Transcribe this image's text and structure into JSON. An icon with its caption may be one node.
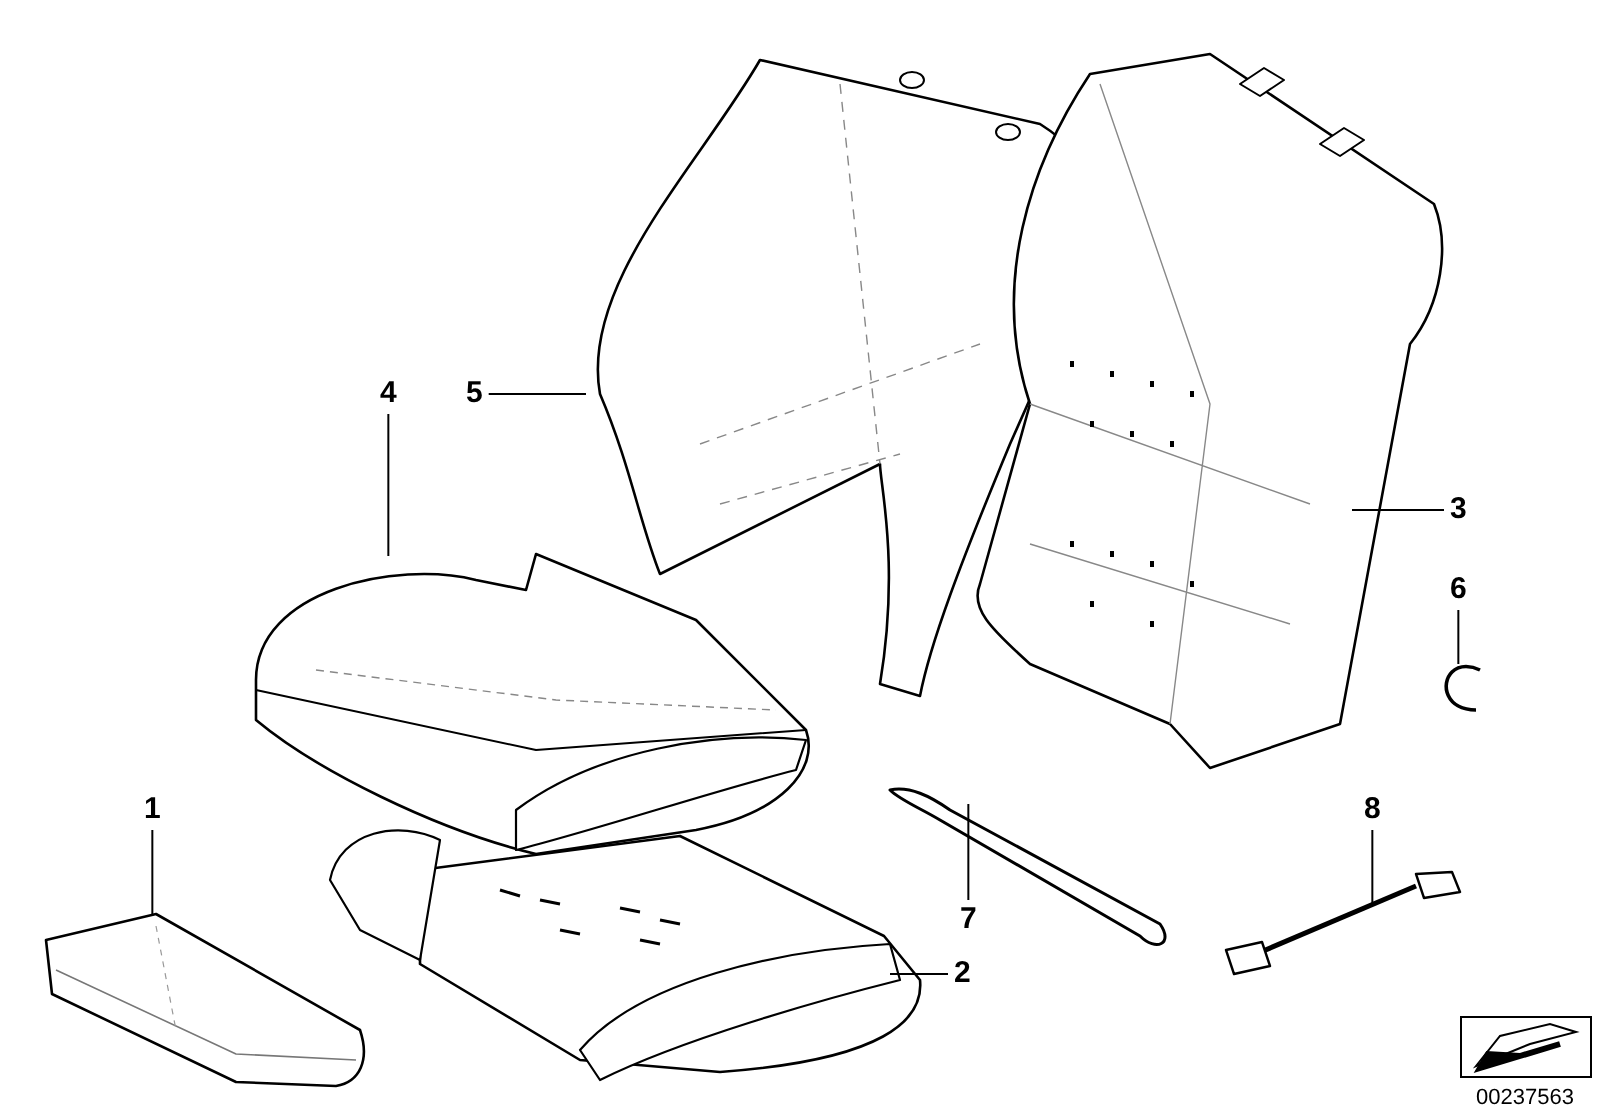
{
  "diagram": {
    "nodes": [
      {
        "text": [
          "4"
        ]
      },
      {
        "text": [
          "5"
        ]
      },
      {
        "text": [
          "3"
        ]
      },
      {
        "text": [
          "6"
        ]
      },
      {
        "text": [
          "1"
        ]
      },
      {
        "text": [
          "8"
        ]
      },
      {
        "text": [
          "7"
        ]
      },
      {
        "text": [
          "2"
        ]
      },
      {
        "text": [],
        "shape": "picture"
      },
      {
        "text": [],
        "shape": "picture"
      },
      {
        "text": [],
        "shape": "picture"
      },
      {
        "text": [],
        "shape": "picture"
      },
      {
        "text": [],
        "shape": "picture"
      },
      {
        "text": [],
        "shape": "picture"
      },
      {
        "text": [],
        "shape": "picture"
      },
      {
        "text": [],
        "shape": "picture"
      }
    ],
    "edges": [
      {
        "from": 0,
        "to": 9,
        "arrow": "none"
      },
      {
        "from": 1,
        "to": 11,
        "arrow": "none"
      },
      {
        "from": 2,
        "to": 13,
        "arrow": "none"
      },
      {
        "from": 3,
        "to": 15,
        "arrow": "none"
      },
      {
        "from": 4,
        "to": 8,
        "arrow": "none"
      },
      {
        "from": 5,
        "to": 14,
        "arrow": "none"
      },
      {
        "from": 6,
        "to": 12,
        "arrow": "none"
      },
      {
        "from": 7,
        "to": 10,
        "arrow": "none"
      }
    ],
    "labels": [
      "00237563"
    ]
  }
}
